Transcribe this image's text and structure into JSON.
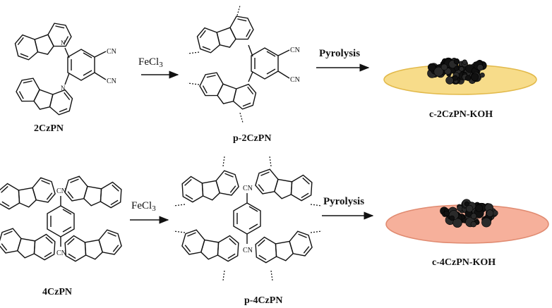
{
  "row1": {
    "monomer_label": "2CzPN",
    "reagent": "FeCl",
    "reagent_sub": "3",
    "polymer_label": "p-2CzPN",
    "step2": "Pyrolysis",
    "product_label": "c-2CzPN-KOH",
    "dish_color": "#f7dc8a",
    "dish_edge": "#e2b94a"
  },
  "row2": {
    "monomer_label": "4CzPN",
    "reagent": "FeCl",
    "reagent_sub": "3",
    "polymer_label": "p-4CzPN",
    "step2": "Pyrolysis",
    "product_label": "c-4CzPN-KOH",
    "dish_color": "#f6b09b",
    "dish_edge": "#e08a70"
  },
  "atoms": {
    "cyano": "CN",
    "nitrogen": "N"
  }
}
